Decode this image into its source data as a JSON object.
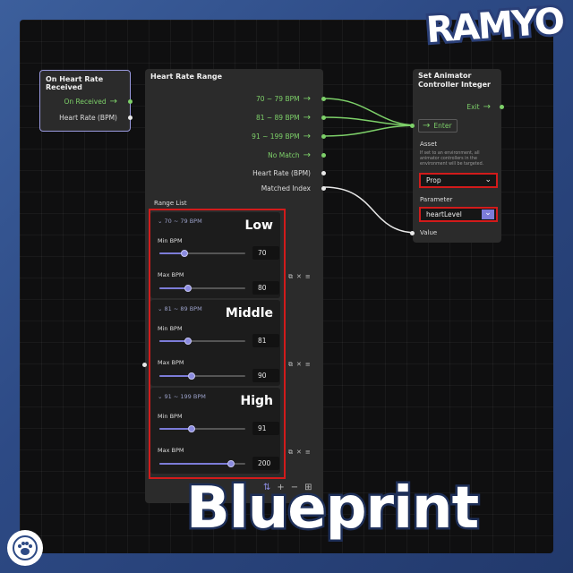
{
  "logo": {
    "text": "RAMYO"
  },
  "title": "Blueprint",
  "node_event": {
    "title": "On Heart Rate Received",
    "pins": [
      "On Received",
      "Heart Rate (BPM)"
    ]
  },
  "node_range": {
    "title": "Heart Rate Range",
    "outputs": [
      "70 ~ 79 BPM",
      "81 ~ 89 BPM",
      "91 ~ 199 BPM",
      "No Match",
      "Heart Rate (BPM)",
      "Matched Index"
    ],
    "range_list_label": "Range List",
    "ranges": [
      {
        "label": "70 ~ 79 BPM",
        "name": "Low",
        "min_label": "Min BPM",
        "min": "70",
        "max_label": "Max BPM",
        "max": "80"
      },
      {
        "label": "81 ~ 89 BPM",
        "name": "Middle",
        "min_label": "Min BPM",
        "min": "81",
        "max_label": "Max BPM",
        "max": "90"
      },
      {
        "label": "91 ~ 199 BPM",
        "name": "High",
        "min_label": "Min BPM",
        "min": "91",
        "max_label": "Max BPM",
        "max": "200"
      }
    ]
  },
  "node_animator": {
    "title": "Set Animator Controller Integer",
    "exit_label": "Exit",
    "enter_label": "Enter",
    "asset_label": "Asset",
    "asset_note": "If set to an environment, all animator controllers in the environment will be targeted.",
    "asset_value": "Prop",
    "parameter_label": "Parameter",
    "parameter_value": "heartLevel",
    "value_label": "Value"
  },
  "colors": {
    "accent": "#7dd069",
    "highlight": "#d21b1b",
    "slider": "#7c7cd8"
  }
}
